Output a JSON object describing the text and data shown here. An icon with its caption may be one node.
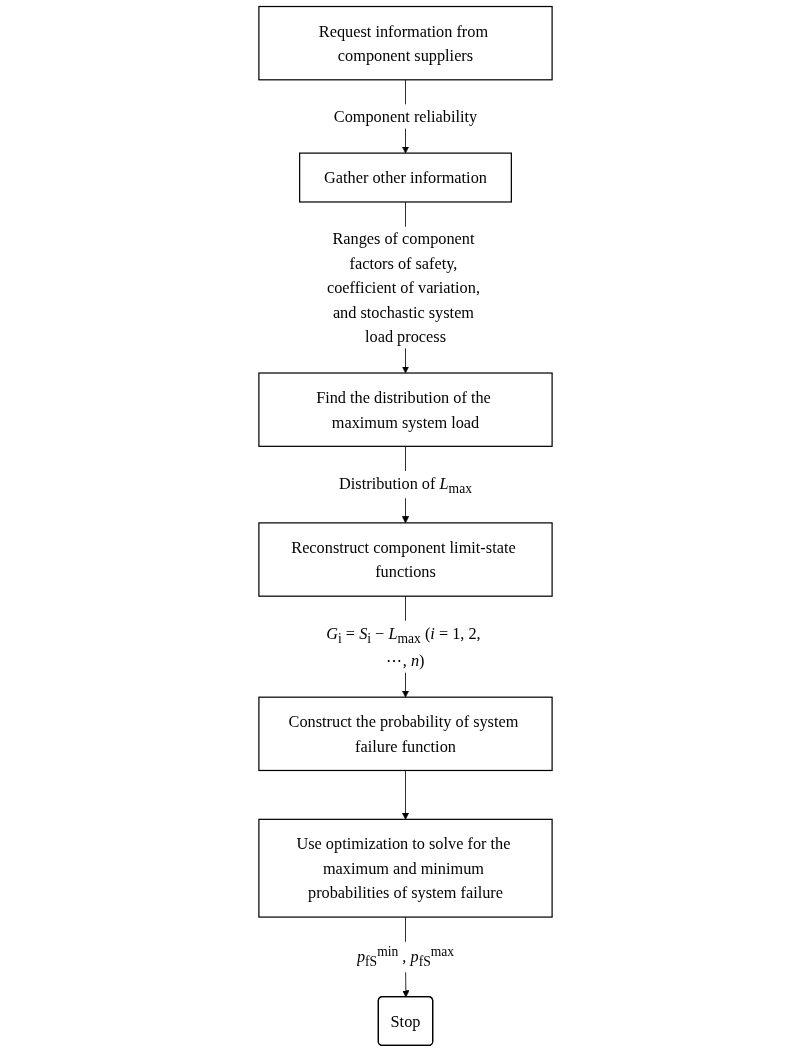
{
  "diagram": {
    "nodes": [
      {
        "text": [
          "Request information from component suppliers"
        ]
      },
      {
        "text": [
          "Gather other information"
        ]
      },
      {
        "text": [
          "Find the distribution of the maximum system load"
        ]
      },
      {
        "text": [
          "Reconstruct component limit-state functions"
        ]
      },
      {
        "text": [
          "Construct the probability of system failure function"
        ]
      },
      {
        "text": [
          "Use optimization to solve for the maximum and minimum probabilities of system failure"
        ]
      },
      {
        "text": [
          "Stop"
        ]
      }
    ],
    "edges": [
      {
        "from": 0,
        "to": 1,
        "arrow": "to",
        "label": "Component reliability"
      },
      {
        "from": 1,
        "to": 2,
        "arrow": "to",
        "label": "Ranges of component factors of safety, coefficient of variation, and stochastic system load process"
      },
      {
        "from": 2,
        "to": 3,
        "arrow": "to",
        "label": "Distribution of *L*$_{max}$"
      },
      {
        "from": 3,
        "to": 4,
        "arrow": "to",
        "label": "*G*$_{i}$ = *S*$_{i}$ − *L*$_{max}$ (*i* = 1, 2, ⋯, *n*)"
      },
      {
        "from": 4,
        "to": 5,
        "arrow": "to"
      },
      {
        "from": 5,
        "to": 6,
        "arrow": "to",
        "label": "*p*$_{fS}$$^{min}$ , *p*$_{fS}$$^{max}$"
      }
    ]
  }
}
